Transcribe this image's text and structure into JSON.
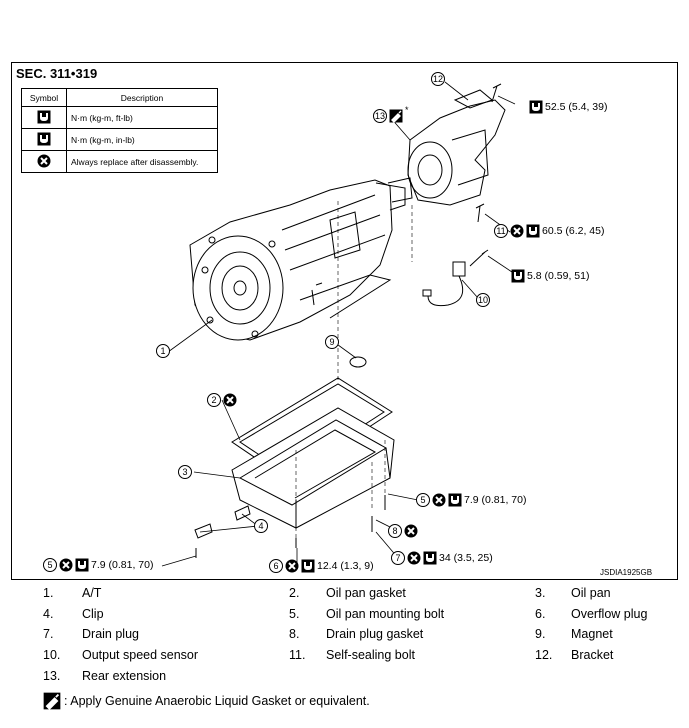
{
  "section_title": "SEC. 311•319",
  "legend": {
    "header_symbol": "Symbol",
    "header_description": "Description",
    "rows": [
      {
        "icon": "torque-wrench-icon",
        "description": "N·m (kg-m, ft-lb)"
      },
      {
        "icon": "torque-wrench-small-icon",
        "description": "N·m (kg-m, in-lb)"
      },
      {
        "icon": "replace-x-icon",
        "description": "Always replace after disassembly."
      }
    ]
  },
  "callouts": {
    "c12": {
      "num": "12"
    },
    "c13": {
      "num": "13",
      "mark": "*"
    },
    "t12": {
      "torque": "52.5 (5.4, 39)"
    },
    "c11": {
      "num": "11",
      "torque": "60.5 (6.2, 45)"
    },
    "t10": {
      "torque": "5.8 (0.59, 51)"
    },
    "c10": {
      "num": "10"
    },
    "c1": {
      "num": "1"
    },
    "c9": {
      "num": "9"
    },
    "c2": {
      "num": "2"
    },
    "c3": {
      "num": "3"
    },
    "c4": {
      "num": "4"
    },
    "c5a": {
      "num": "5",
      "torque": "7.9 (0.81, 70)"
    },
    "c5b": {
      "num": "5",
      "torque": "7.9 (0.81, 70)"
    },
    "c8": {
      "num": "8"
    },
    "c7": {
      "num": "7",
      "torque": "34 (3.5, 25)"
    },
    "c6": {
      "num": "6",
      "torque": "12.4 (1.3, 9)"
    }
  },
  "figure_id": "JSDIA1925GB",
  "parts": [
    {
      "no": "1.",
      "name": "A/T"
    },
    {
      "no": "2.",
      "name": "Oil pan gasket"
    },
    {
      "no": "3.",
      "name": "Oil pan"
    },
    {
      "no": "4.",
      "name": "Clip"
    },
    {
      "no": "5.",
      "name": "Oil pan mounting bolt"
    },
    {
      "no": "6.",
      "name": "Overflow plug"
    },
    {
      "no": "7.",
      "name": "Drain plug"
    },
    {
      "no": "8.",
      "name": "Drain plug gasket"
    },
    {
      "no": "9.",
      "name": "Magnet"
    },
    {
      "no": "10.",
      "name": "Output speed sensor"
    },
    {
      "no": "11.",
      "name": "Self-sealing bolt"
    },
    {
      "no": "12.",
      "name": "Bracket"
    },
    {
      "no": "13.",
      "name": "Rear extension"
    }
  ],
  "note": ": Apply Genuine Anaerobic Liquid Gasket or equivalent.",
  "note_icon": "liquid-gasket-icon"
}
